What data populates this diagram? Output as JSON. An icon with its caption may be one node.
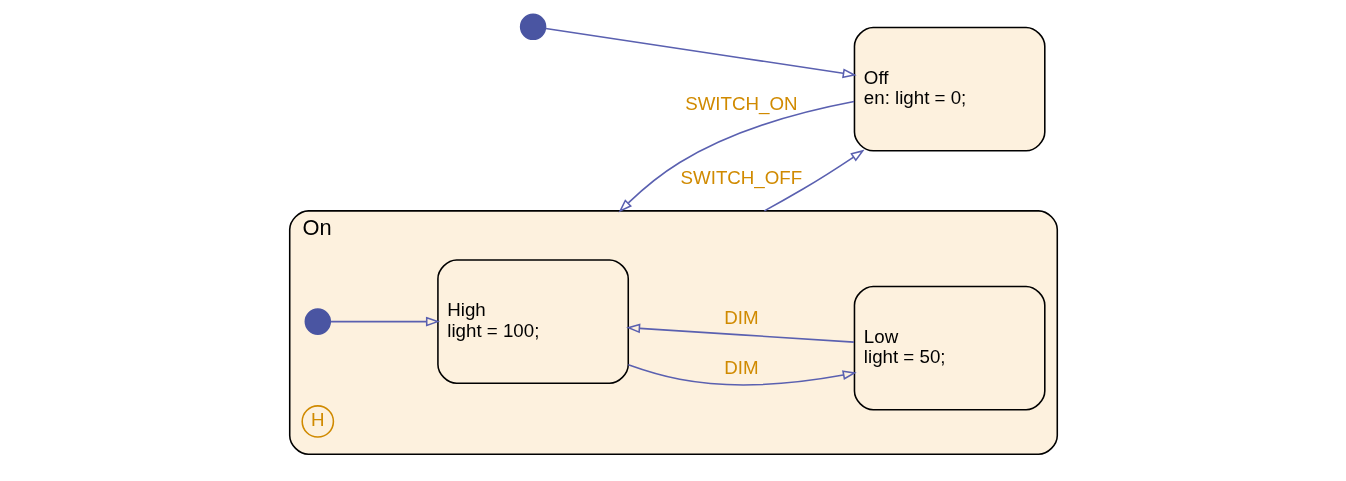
{
  "diagram": {
    "nodes": [
      {
        "text": [],
        "shape": "circle"
      },
      {
        "text": [
          "Off",
          "en: light = 0;"
        ]
      },
      {
        "text": [
          "On"
        ]
      },
      {
        "text": [],
        "shape": "circle",
        "in": 2
      },
      {
        "text": [
          "H"
        ],
        "in": 2
      },
      {
        "text": [
          "High",
          "light = 100;"
        ],
        "in": 2
      },
      {
        "text": [
          "Low",
          "light = 50;"
        ],
        "in": 2
      }
    ],
    "edges": [
      {
        "from": 0,
        "to": 1,
        "arrow": "to"
      },
      {
        "from": 1,
        "to": 2,
        "arrow": "to",
        "label": "SWITCH_ON"
      },
      {
        "from": 2,
        "to": 1,
        "arrow": "to",
        "label": "SWITCH_OFF"
      },
      {
        "from": 3,
        "to": 5,
        "arrow": "to"
      },
      {
        "from": 5,
        "to": 6,
        "arrow": "to",
        "label": "DIM"
      },
      {
        "from": 6,
        "to": 5,
        "arrow": "to",
        "label": "DIM"
      }
    ]
  }
}
